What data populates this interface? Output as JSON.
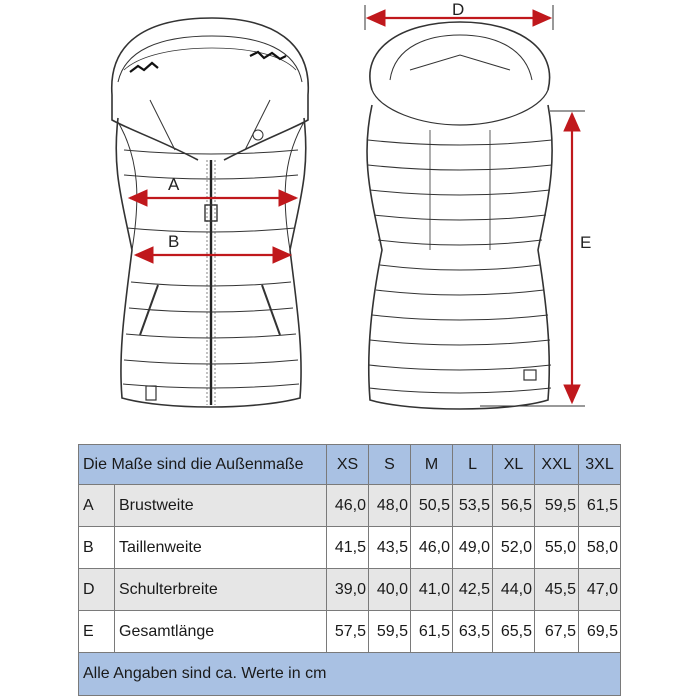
{
  "diagram": {
    "labels": {
      "a": "A",
      "b": "B",
      "d": "D",
      "e": "E"
    },
    "colors": {
      "arrow": "#c0181c",
      "line": "#333333"
    },
    "icons": [
      "vest-front-drawing",
      "vest-back-drawing"
    ]
  },
  "table": {
    "header": "Die Maße sind die Außenmaße",
    "sizes": [
      "XS",
      "S",
      "M",
      "L",
      "XL",
      "XXL",
      "3XL"
    ],
    "rows": [
      {
        "code": "A",
        "name": "Brustweite",
        "values": [
          "46,0",
          "48,0",
          "50,5",
          "53,5",
          "56,5",
          "59,5",
          "61,5"
        ]
      },
      {
        "code": "B",
        "name": "Taillenweite",
        "values": [
          "41,5",
          "43,5",
          "46,0",
          "49,0",
          "52,0",
          "55,0",
          "58,0"
        ]
      },
      {
        "code": "D",
        "name": "Schulterbreite",
        "values": [
          "39,0",
          "40,0",
          "41,0",
          "42,5",
          "44,0",
          "45,5",
          "47,0"
        ]
      },
      {
        "code": "E",
        "name": "Gesamtlänge",
        "values": [
          "57,5",
          "59,5",
          "61,5",
          "63,5",
          "65,5",
          "67,5",
          "69,5"
        ]
      }
    ],
    "footer": "Alle Angaben sind ca. Werte in cm",
    "colors": {
      "header_bg": "#a9c1e3",
      "alt_row_bg": "#e6e6e6",
      "border": "#7a7a7a"
    }
  }
}
